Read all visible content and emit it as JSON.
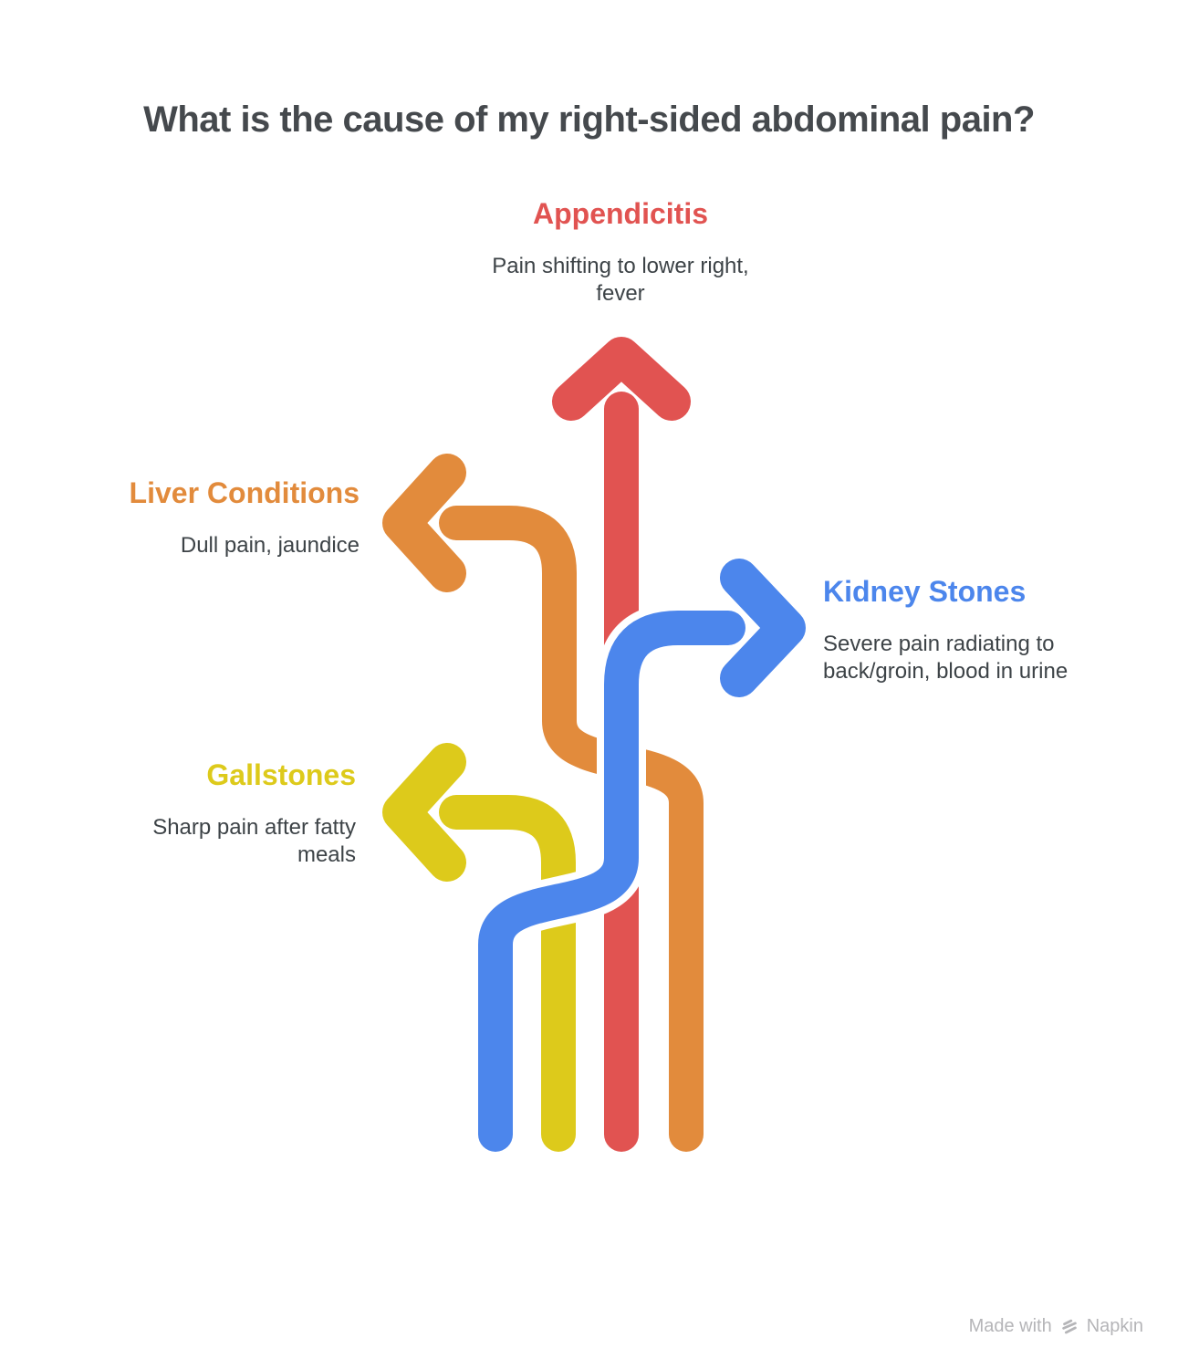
{
  "title": {
    "text": "What is the cause of my right-sided abdominal pain?",
    "color": "#45494d"
  },
  "colors": {
    "background": "#ffffff",
    "body_text": "#3d4347",
    "watermark_gray": "#b5b5b8"
  },
  "branches": [
    {
      "name": "Appendicitis",
      "color": "#e15351",
      "direction": "up",
      "desc_lines": [
        "Pain shifting to lower right,",
        "fever"
      ]
    },
    {
      "name": "Liver Conditions",
      "color": "#e28b3c",
      "direction": "left",
      "desc_lines": [
        "Dull pain, jaundice"
      ]
    },
    {
      "name": "Kidney Stones",
      "color": "#4c86ec",
      "direction": "right",
      "desc_lines": [
        "Severe pain radiating to",
        "back/groin, blood in urine"
      ]
    },
    {
      "name": "Gallstones",
      "color": "#ddca1b",
      "direction": "left",
      "desc_lines": [
        "Sharp pain after fatty",
        "meals"
      ]
    }
  ],
  "watermark": {
    "prefix": "Made with",
    "brand": "Napkin",
    "icon": "napkin-logo-icon"
  }
}
